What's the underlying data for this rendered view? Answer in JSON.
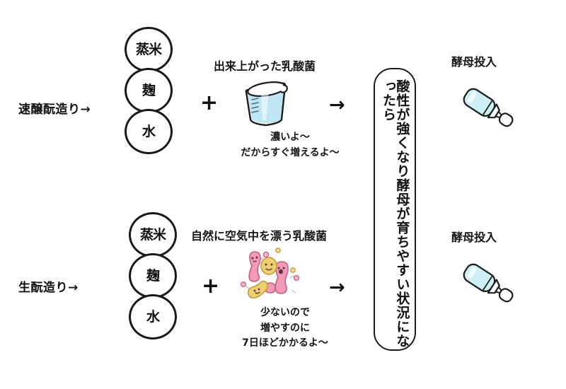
{
  "diagram": {
    "title_row_top": "速醸酛造り→",
    "title_row_bottom": "生酛造り→",
    "operators": {
      "plus": "+",
      "arrow": "→"
    },
    "ingredients": [
      {
        "label": "蒸米"
      },
      {
        "label": "麹"
      },
      {
        "label": "水"
      }
    ],
    "rows": [
      {
        "id": "sokujo",
        "label": "速醸酛造り→",
        "culture_title": "出来上がった乳酸菌",
        "illustration": "beaker-icon",
        "notes": [
          "濃いよ〜",
          "だからすぐ増えるよ〜"
        ],
        "yeast_label": "酵母投入",
        "vial": "ampoule-icon"
      },
      {
        "id": "kimoto",
        "label": "生酛造り→",
        "culture_title": "自然に空気中を漂う乳酸菌",
        "illustration": "bacteria-icon",
        "notes": [
          "少ないので",
          "増やすのに",
          "7日ほどかかるよ〜"
        ],
        "yeast_label": "酵母投入",
        "vial": "ampoule-icon"
      }
    ],
    "center_box": {
      "text": "酸性が強くなり酵母が育ちやすい状況になったら"
    },
    "colors": {
      "ink": "#111111",
      "beaker_liquid": "#bfe6f4",
      "ampoule_body": "#cdf0f6",
      "bacteria_pink": "#f09ab8",
      "bacteria_yellow": "#edd06a",
      "background": "#ffffff"
    }
  }
}
